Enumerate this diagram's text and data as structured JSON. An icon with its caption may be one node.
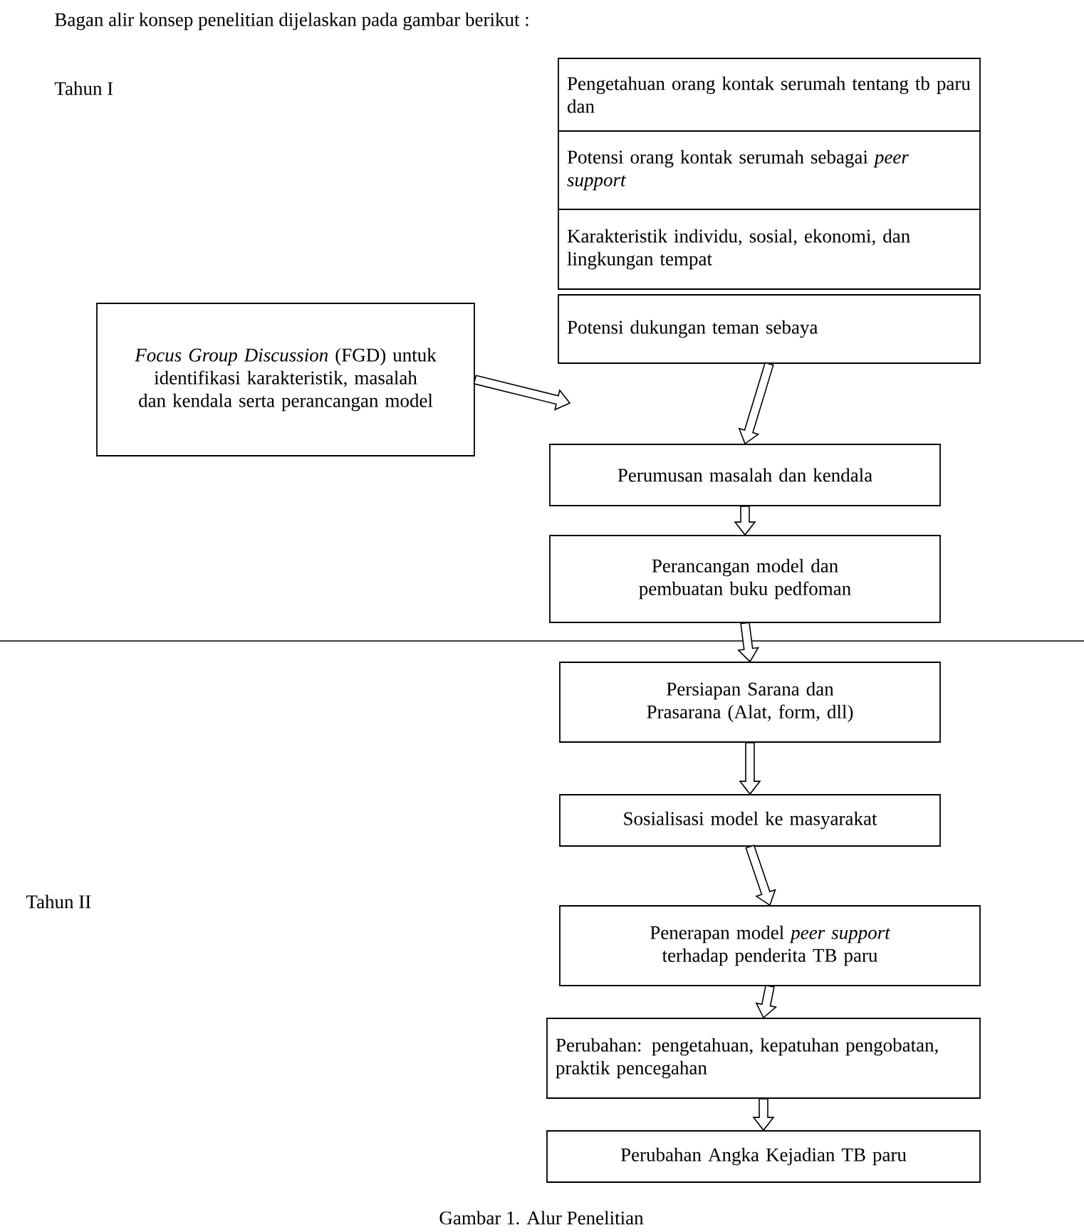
{
  "diagram": {
    "caption": "Gambar 1. Alur Penelitian",
    "nodes": [
      {
        "text": [
          "Pengetahuan orang kontak serumah tentang tb paru dan"
        ]
      },
      {
        "text": [
          "Potensi orang kontak serumah sebagai *peer support*"
        ]
      },
      {
        "text": [
          "Karakteristik individu, sosial, ekonomi,  dan lingkungan tempat"
        ]
      },
      {
        "text": [
          "Potensi dukungan teman sebaya"
        ]
      },
      {
        "text": [
          "*Focus Group Discussion* (FGD) untuk identifikasi karakteristik, masalah dan kendala serta perancangan model"
        ]
      },
      {
        "text": [
          "Perumusan masalah dan kendala"
        ]
      },
      {
        "text": [
          "Perancangan model dan pembuatan buku pedfoman"
        ]
      },
      {
        "text": [
          "Persiapan Sarana dan Prasarana (Alat, form, dll)"
        ]
      },
      {
        "text": [
          "Sosialisasi model ke masyarakat"
        ]
      },
      {
        "text": [
          "Penerapan model *peer support* terhadap penderita TB paru"
        ]
      },
      {
        "text": [
          "Perubahan: pengetahuan, kepatuhan pengobatan, praktik pencegahan"
        ]
      },
      {
        "text": [
          "Perubahan Angka Kejadian TB paru"
        ]
      }
    ],
    "edges": [
      {
        "from": 4,
        "to": null,
        "arrow": "to"
      },
      {
        "from": 3,
        "to": 5,
        "arrow": "to"
      },
      {
        "from": 5,
        "to": 6,
        "arrow": "to"
      },
      {
        "from": 6,
        "to": 7,
        "arrow": "to"
      },
      {
        "from": 7,
        "to": 8,
        "arrow": "to"
      },
      {
        "from": 8,
        "to": 9,
        "arrow": "to"
      },
      {
        "from": 9,
        "to": 10,
        "arrow": "to"
      },
      {
        "from": 10,
        "to": 11,
        "arrow": "to"
      }
    ],
    "labels": [
      "Bagan alir konsep penelitian dijelaskan pada gambar berikut :",
      "Tahun I",
      "Tahun II"
    ]
  }
}
